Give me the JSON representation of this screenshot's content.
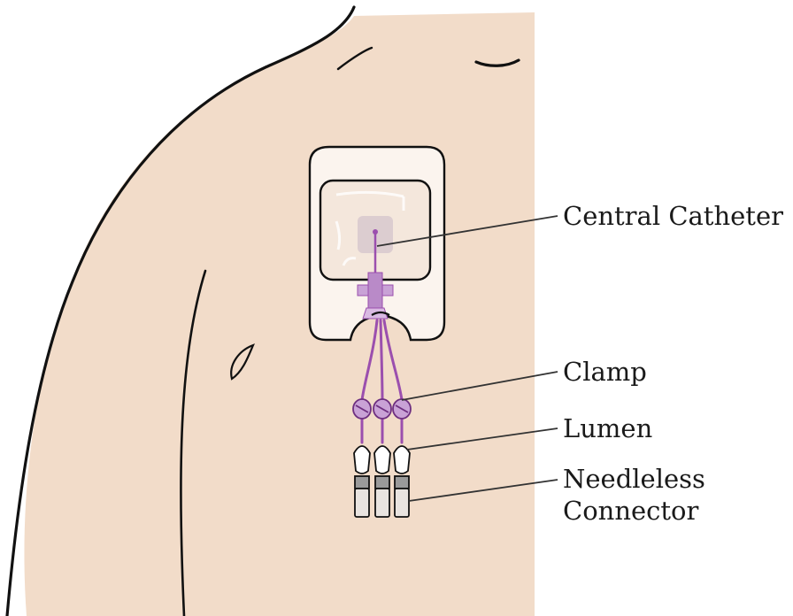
{
  "labels": {
    "central_catheter": "Central Catheter",
    "clamp": "Clamp",
    "lumen": "Lumen",
    "needleless_line1": "Needleless",
    "needleless_line2": "Connector"
  },
  "colors": {
    "skin": "#f2dcc9",
    "outline": "#111111",
    "tubing": "#9b4fae",
    "tubing_light": "#c9a2d6",
    "dressing_frame": "#fbf4ee",
    "dressing_window": "#f4e7dc",
    "catheter_pad": "#dccdd0",
    "connector_gray": "#9a9a9a",
    "leader_line": "#333333"
  }
}
